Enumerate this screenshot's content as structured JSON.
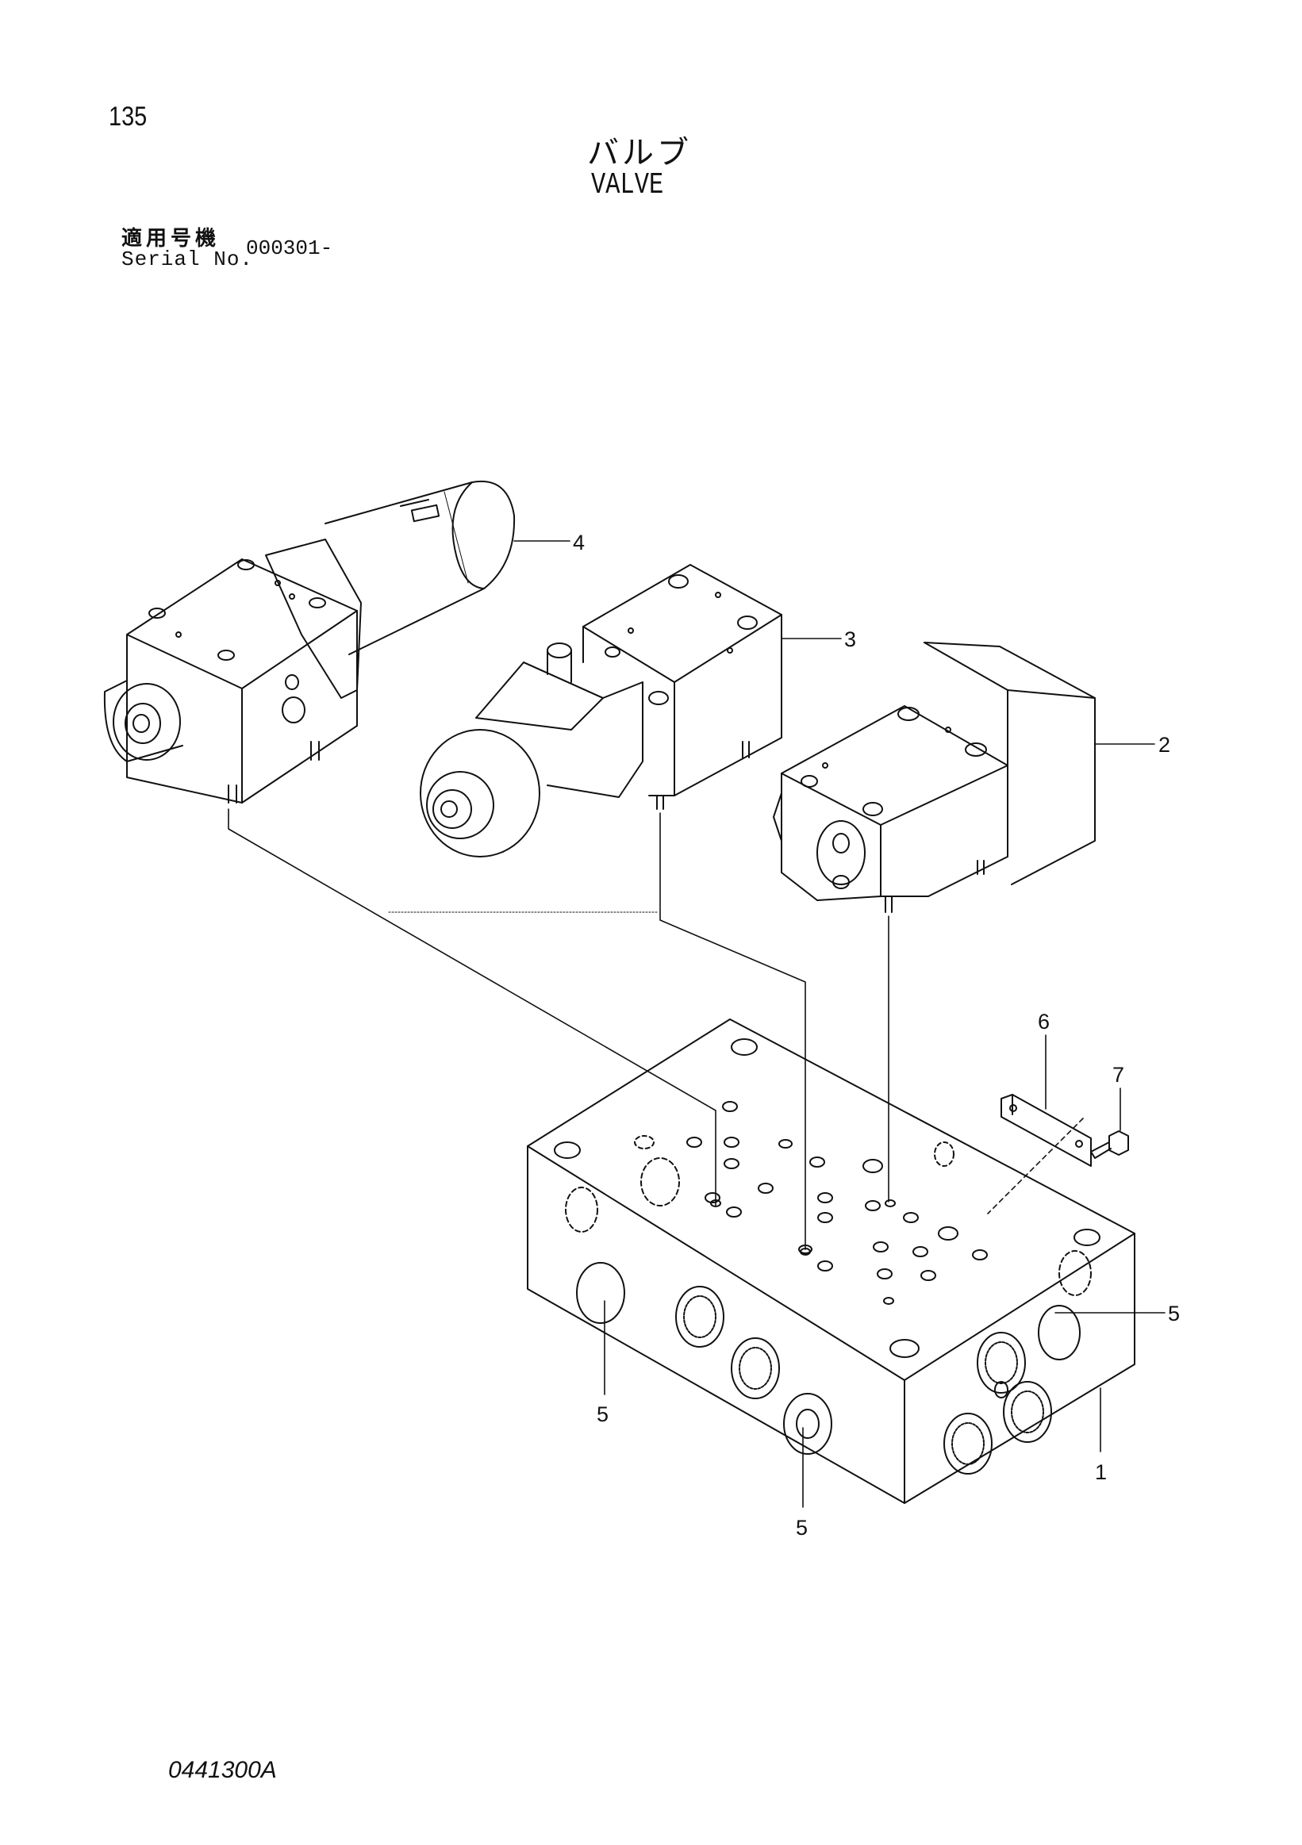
{
  "page_number": "135",
  "title": {
    "japanese": "バルブ",
    "english": "VALVE"
  },
  "serial": {
    "label_ja": "適用号機",
    "label_en": "Serial No.",
    "value": "000301-"
  },
  "callouts": [
    {
      "id": "c4",
      "text": "4"
    },
    {
      "id": "c3",
      "text": "3"
    },
    {
      "id": "c2",
      "text": "2"
    },
    {
      "id": "c6",
      "text": "6"
    },
    {
      "id": "c7",
      "text": "7"
    },
    {
      "id": "c5a",
      "text": "5"
    },
    {
      "id": "c5b",
      "text": "5"
    },
    {
      "id": "c5c",
      "text": "5"
    },
    {
      "id": "c1",
      "text": "1"
    }
  ],
  "document_code": "0441300A"
}
